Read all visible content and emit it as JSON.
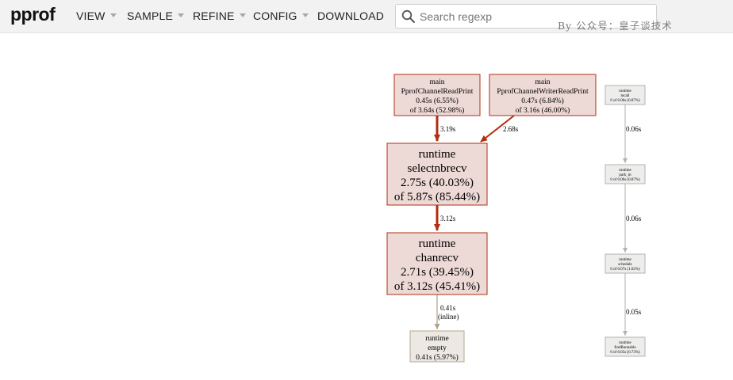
{
  "header": {
    "logo": "pprof",
    "menus": [
      {
        "label": "VIEW",
        "has_dropdown": true
      },
      {
        "label": "SAMPLE",
        "has_dropdown": true
      },
      {
        "label": "REFINE",
        "has_dropdown": true
      },
      {
        "label": "CONFIG",
        "has_dropdown": true
      },
      {
        "label": "DOWNLOAD",
        "has_dropdown": false
      }
    ],
    "search": {
      "placeholder": "Search regexp",
      "icon": "search-icon"
    },
    "watermark": "By 公众号：皇子谈技术"
  },
  "graph": {
    "nodes": {
      "reader": {
        "lines": [
          "main",
          "PprofChannelReadPrint",
          "0.45s (6.55%)",
          "of 3.64s (52.98%)"
        ]
      },
      "writer": {
        "lines": [
          "main",
          "PprofChannelWriterReadPrint",
          "0.47s (6.84%)",
          "of 3.16s (46.00%)"
        ]
      },
      "selectnbrecv": {
        "lines": [
          "runtime",
          "selectnbrecv",
          "2.75s (40.03%)",
          "of 5.87s (85.44%)"
        ]
      },
      "chanrecv": {
        "lines": [
          "runtime",
          "chanrecv",
          "2.71s (39.45%)",
          "of 3.12s (45.41%)"
        ]
      },
      "empty": {
        "lines": [
          "runtime",
          "empty",
          "0.41s (5.97%)"
        ]
      },
      "mcall": {
        "lines": [
          "runtime",
          "mcall",
          "0 of 0.06s (0.87%)"
        ]
      },
      "park_m": {
        "lines": [
          "runtime",
          "park_m",
          "0 of 0.06s (0.87%)"
        ]
      },
      "schedule": {
        "lines": [
          "runtime",
          "schedule",
          "0 of 0.07s (1.02%)"
        ]
      },
      "findrunnable": {
        "lines": [
          "runtime",
          "findRunnable",
          "0 of 0.05s (0.73%)"
        ]
      }
    },
    "edges": {
      "reader_select": "3.19s",
      "writer_select": "2.68s",
      "select_chanrecv": "3.12s",
      "chanrecv_empty": [
        "0.41s",
        "(inline)"
      ],
      "mcall_park": "0.06s",
      "park_schedule": "0.06s",
      "schedule_find": "0.05s"
    },
    "colors": {
      "hot_fill": "#edd9d6",
      "hot_stroke": "#b22f12",
      "cool_fill": "#ededec",
      "cool_stroke": "#b2b2b2",
      "empty_fill": "#ede8e3",
      "empty_stroke": "#b2a891",
      "edge_hot": "#b22f12",
      "edge_mid": "#b2a087",
      "edge_cool": "#b2b2b2"
    }
  }
}
